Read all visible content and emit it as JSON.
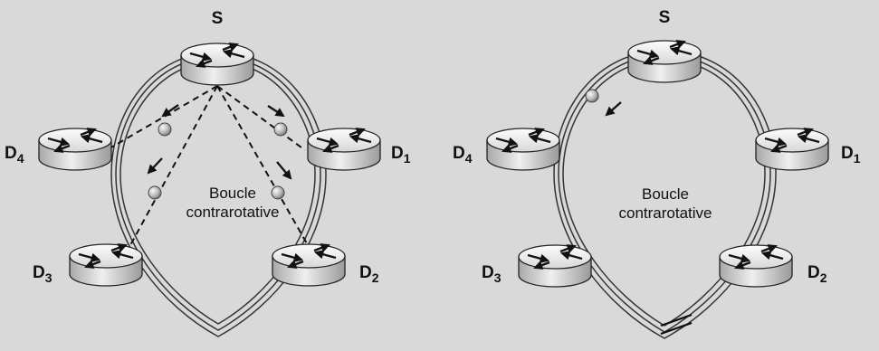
{
  "diagram": {
    "left": {
      "source_label": "S",
      "destination_labels": {
        "d1": {
          "main": "D",
          "sub": "1"
        },
        "d2": {
          "main": "D",
          "sub": "2"
        },
        "d3": {
          "main": "D",
          "sub": "3"
        },
        "d4": {
          "main": "D",
          "sub": "4"
        }
      },
      "center_label_line1": "Boucle",
      "center_label_line2": "contrarotative"
    },
    "right": {
      "source_label": "S",
      "destination_labels": {
        "d1": {
          "main": "D",
          "sub": "1"
        },
        "d2": {
          "main": "D",
          "sub": "2"
        },
        "d3": {
          "main": "D",
          "sub": "3"
        },
        "d4": {
          "main": "D",
          "sub": "4"
        }
      },
      "center_label_line1": "Boucle",
      "center_label_line2": "contrarotative"
    }
  }
}
